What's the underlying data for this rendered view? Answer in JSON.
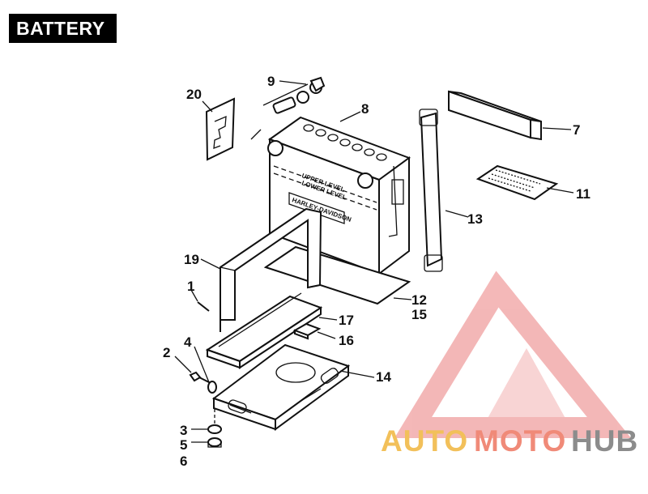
{
  "header": {
    "title": "BATTERY"
  },
  "battery_markings": {
    "upper_level": "UPPER LEVEL",
    "lower_level": "LOWER LEVEL",
    "brand": "HARLEY-DAVIDSON"
  },
  "callouts": [
    "1",
    "2",
    "3",
    "4",
    "5",
    "6",
    "7",
    "8",
    "9",
    "11",
    "12",
    "13",
    "14",
    "15",
    "16",
    "17",
    "19",
    "20"
  ],
  "watermark": {
    "part1": "AUTO",
    "part2": "MOTO",
    "part3": "HUB",
    "colors": {
      "auto": "#f2c05a",
      "moto": "#f08a78",
      "hub": "#8c8c8c",
      "logo": "#f0a0a0"
    }
  }
}
